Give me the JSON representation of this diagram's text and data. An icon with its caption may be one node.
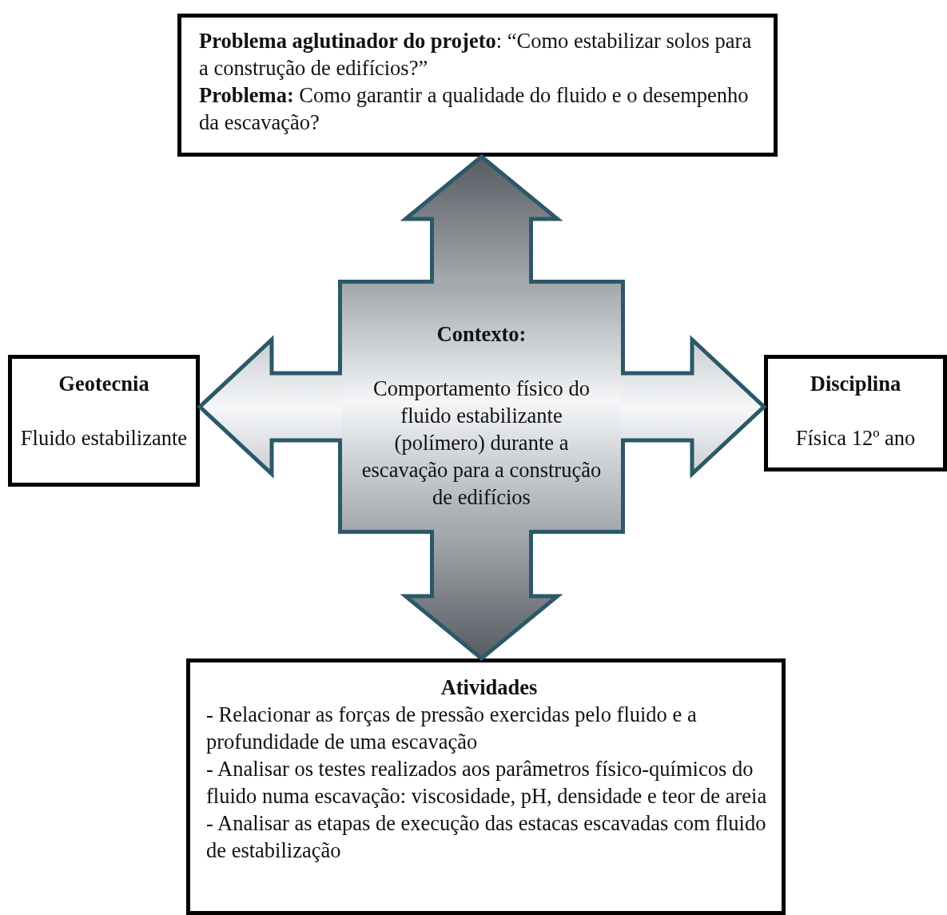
{
  "diagram": {
    "nodes": [
      {
        "text": [
          "**Problema aglutinador do projeto**: “Como estabilizar solos para a construção de edifícios?”",
          "**Problema:** Como garantir a qualidade do fluido e o desempenho da escavação?"
        ]
      },
      {
        "text": [
          "Geotecnia",
          "Fluido estabilizante"
        ]
      },
      {
        "text": [
          "Contexto:",
          "Comportamento físico do fluido estabilizante (polímero) durante a escavação para a construção de edifícios"
        ]
      },
      {
        "text": [
          "Disciplina",
          "Física 12º ano"
        ]
      },
      {
        "text": [
          "Atividades",
          "- Relacionar as forças de pressão exercidas pelo fluido e a profundidade de uma escavação",
          "- Analisar os testes realizados aos parâmetros físico-químicos do fluido numa escavação: viscosidade, pH, densidade e teor de areia",
          "- Analisar as etapas de execução das estacas escavadas com fluido de estabilização"
        ]
      }
    ],
    "edges": [
      {
        "from": 2,
        "to": 0,
        "arrow": "to"
      },
      {
        "from": 2,
        "to": 1,
        "arrow": "to"
      },
      {
        "from": 2,
        "to": 3,
        "arrow": "to"
      },
      {
        "from": 2,
        "to": 4,
        "arrow": "to"
      }
    ]
  }
}
